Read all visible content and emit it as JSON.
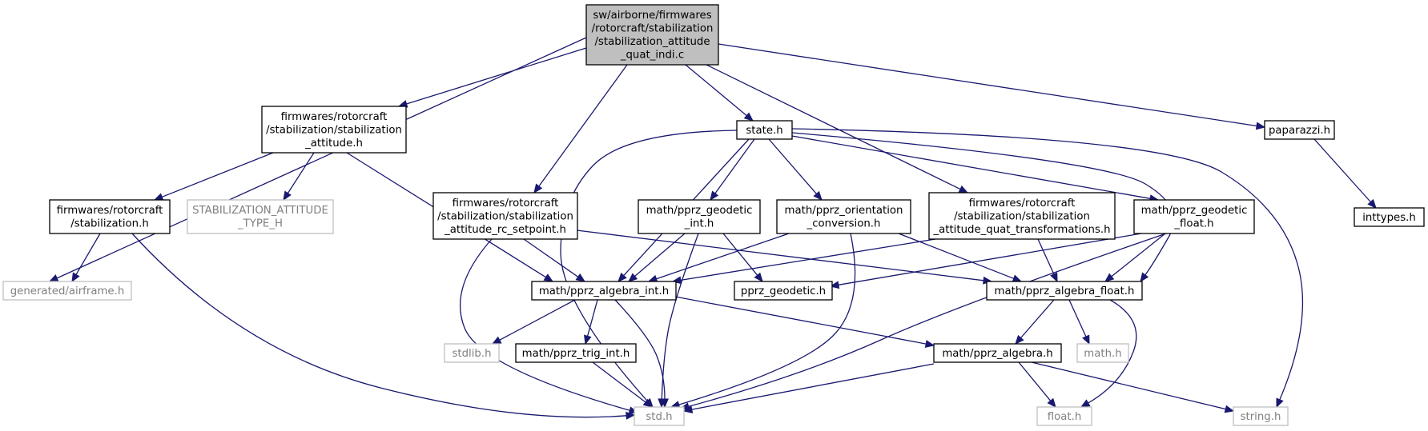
{
  "colors": {
    "edge": "#191970",
    "root_fill": "#bfbfbf",
    "root_border": "#000000",
    "node_fill": "#ffffff",
    "node_border": "#000000",
    "missing_border": "#bfbfbf",
    "missing_text": "#808080"
  },
  "nodes": [
    {
      "id": "root",
      "lines": [
        "sw/airborne/firmwares",
        "/rotorcraft/stabilization",
        "/stabilization_attitude",
        "_quat_indi.c"
      ],
      "kind": "root"
    },
    {
      "id": "stab_attitude",
      "lines": [
        "firmwares/rotorcraft",
        "/stabilization/stabilization",
        "_attitude.h"
      ],
      "kind": "normal"
    },
    {
      "id": "state",
      "lines": [
        "state.h"
      ],
      "kind": "normal"
    },
    {
      "id": "paparazzi",
      "lines": [
        "paparazzi.h"
      ],
      "kind": "normal"
    },
    {
      "id": "inttypes",
      "lines": [
        "inttypes.h"
      ],
      "kind": "normal"
    },
    {
      "id": "stabilization",
      "lines": [
        "firmwares/rotorcraft",
        "/stabilization.h"
      ],
      "kind": "normal"
    },
    {
      "id": "stab_att_type",
      "lines": [
        "STABILIZATION_ATTITUDE",
        "_TYPE_H"
      ],
      "kind": "missing"
    },
    {
      "id": "rc_setpoint",
      "lines": [
        "firmwares/rotorcraft",
        "/stabilization/stabilization",
        "_attitude_rc_setpoint.h"
      ],
      "kind": "normal"
    },
    {
      "id": "geodetic_int",
      "lines": [
        "math/pprz_geodetic",
        "_int.h"
      ],
      "kind": "normal"
    },
    {
      "id": "orientation",
      "lines": [
        "math/pprz_orientation",
        "_conversion.h"
      ],
      "kind": "normal"
    },
    {
      "id": "quat_transf",
      "lines": [
        "firmwares/rotorcraft",
        "/stabilization/stabilization",
        "_attitude_quat_transformations.h"
      ],
      "kind": "normal"
    },
    {
      "id": "geodetic_float",
      "lines": [
        "math/pprz_geodetic",
        "_float.h"
      ],
      "kind": "normal"
    },
    {
      "id": "airframe",
      "lines": [
        "generated/airframe.h"
      ],
      "kind": "missing"
    },
    {
      "id": "algebra_int",
      "lines": [
        "math/pprz_algebra_int.h"
      ],
      "kind": "normal"
    },
    {
      "id": "pprz_geodetic",
      "lines": [
        "pprz_geodetic.h"
      ],
      "kind": "normal"
    },
    {
      "id": "algebra_float",
      "lines": [
        "math/pprz_algebra_float.h"
      ],
      "kind": "normal"
    },
    {
      "id": "stdlib",
      "lines": [
        "stdlib.h"
      ],
      "kind": "missing"
    },
    {
      "id": "trig_int",
      "lines": [
        "math/pprz_trig_int.h"
      ],
      "kind": "normal"
    },
    {
      "id": "algebra",
      "lines": [
        "math/pprz_algebra.h"
      ],
      "kind": "normal"
    },
    {
      "id": "math",
      "lines": [
        "math.h"
      ],
      "kind": "missing"
    },
    {
      "id": "std",
      "lines": [
        "std.h"
      ],
      "kind": "missing"
    },
    {
      "id": "float",
      "lines": [
        "float.h"
      ],
      "kind": "missing"
    },
    {
      "id": "string",
      "lines": [
        "string.h"
      ],
      "kind": "missing"
    }
  ],
  "edges": [
    {
      "from": "root",
      "to": "airframe"
    },
    {
      "from": "root",
      "to": "stab_attitude"
    },
    {
      "from": "root",
      "to": "rc_setpoint"
    },
    {
      "from": "root",
      "to": "state"
    },
    {
      "from": "root",
      "to": "quat_transf"
    },
    {
      "from": "root",
      "to": "paparazzi"
    },
    {
      "from": "stab_attitude",
      "to": "stabilization"
    },
    {
      "from": "stab_attitude",
      "to": "stab_att_type"
    },
    {
      "from": "stab_attitude",
      "to": "algebra_int"
    },
    {
      "from": "stabilization",
      "to": "airframe"
    },
    {
      "from": "stabilization",
      "to": "std"
    },
    {
      "from": "state",
      "to": "std"
    },
    {
      "from": "state",
      "to": "algebra_int"
    },
    {
      "from": "state",
      "to": "geodetic_int"
    },
    {
      "from": "state",
      "to": "orientation"
    },
    {
      "from": "state",
      "to": "geodetic_float"
    },
    {
      "from": "state",
      "to": "algebra_float"
    },
    {
      "from": "state",
      "to": "string"
    },
    {
      "from": "paparazzi",
      "to": "inttypes"
    },
    {
      "from": "rc_setpoint",
      "to": "std"
    },
    {
      "from": "rc_setpoint",
      "to": "algebra_int"
    },
    {
      "from": "rc_setpoint",
      "to": "algebra_float"
    },
    {
      "from": "geodetic_int",
      "to": "algebra_int"
    },
    {
      "from": "geodetic_int",
      "to": "std"
    },
    {
      "from": "geodetic_int",
      "to": "pprz_geodetic"
    },
    {
      "from": "orientation",
      "to": "algebra_int"
    },
    {
      "from": "orientation",
      "to": "std"
    },
    {
      "from": "orientation",
      "to": "algebra_float"
    },
    {
      "from": "quat_transf",
      "to": "algebra_int"
    },
    {
      "from": "quat_transf",
      "to": "algebra_float"
    },
    {
      "from": "geodetic_float",
      "to": "pprz_geodetic"
    },
    {
      "from": "geodetic_float",
      "to": "algebra_float"
    },
    {
      "from": "geodetic_float",
      "to": "std"
    },
    {
      "from": "algebra_int",
      "to": "stdlib"
    },
    {
      "from": "algebra_int",
      "to": "trig_int"
    },
    {
      "from": "algebra_int",
      "to": "std"
    },
    {
      "from": "algebra_int",
      "to": "algebra"
    },
    {
      "from": "algebra_float",
      "to": "algebra"
    },
    {
      "from": "algebra_float",
      "to": "math"
    },
    {
      "from": "algebra_float",
      "to": "float"
    },
    {
      "from": "trig_int",
      "to": "std"
    },
    {
      "from": "algebra",
      "to": "std"
    },
    {
      "from": "algebra",
      "to": "float"
    },
    {
      "from": "algebra",
      "to": "string"
    }
  ]
}
